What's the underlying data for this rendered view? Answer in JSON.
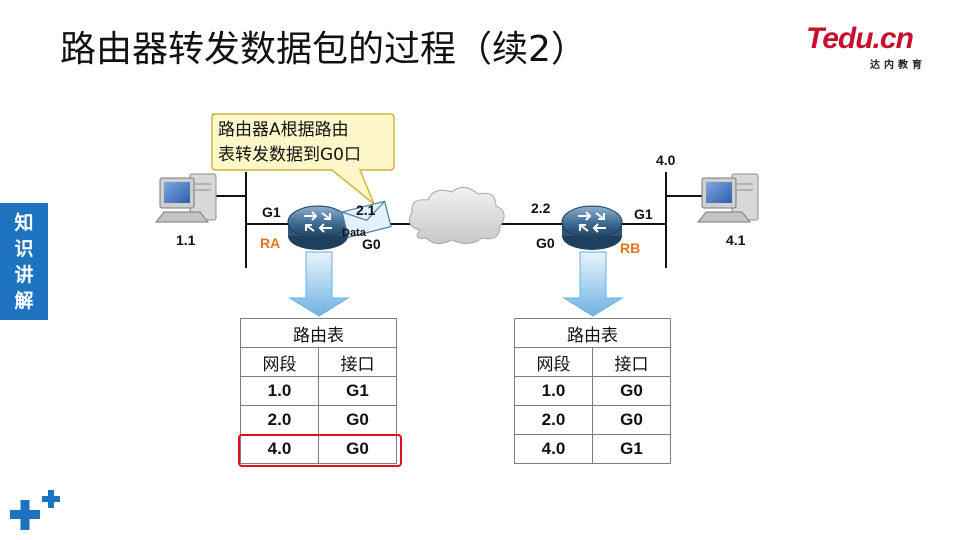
{
  "title": "路由器转发数据包的过程（续2）",
  "logo": {
    "main": "Tedu.cn",
    "sub": "达内教育",
    "color": "#c8102e"
  },
  "side_tab": {
    "chars": [
      "知",
      "识",
      "讲",
      "解"
    ],
    "color": "#1e73be"
  },
  "callout": {
    "line1": "路由器A根据路由",
    "line2": "表转发数据到G0口"
  },
  "packet_label": "Data",
  "labels": {
    "host_left": "1.1",
    "host_right": "4.1",
    "net_right": "4.0",
    "ra_g1": "G1",
    "ra_ip": "2.1",
    "ra_g0": "G0",
    "ra_name": "RA",
    "rb_ip": "2.2",
    "rb_g0": "G0",
    "rb_g1": "G1",
    "rb_name": "RB"
  },
  "table_left": {
    "caption": "路由表",
    "headers": [
      "网段",
      "接口"
    ],
    "rows": [
      [
        "1.0",
        "G1"
      ],
      [
        "2.0",
        "G0"
      ],
      [
        "4.0",
        "G0"
      ]
    ],
    "highlighted_row": 2,
    "highlight_color": "#e0101e"
  },
  "table_right": {
    "caption": "路由表",
    "headers": [
      "网段",
      "接口"
    ],
    "rows": [
      [
        "1.0",
        "G0"
      ],
      [
        "2.0",
        "G0"
      ],
      [
        "4.0",
        "G1"
      ]
    ]
  },
  "icons": [
    "computer-icon",
    "router-icon",
    "cloud-icon",
    "envelope-icon",
    "down-arrow-icon",
    "plus-icon"
  ]
}
